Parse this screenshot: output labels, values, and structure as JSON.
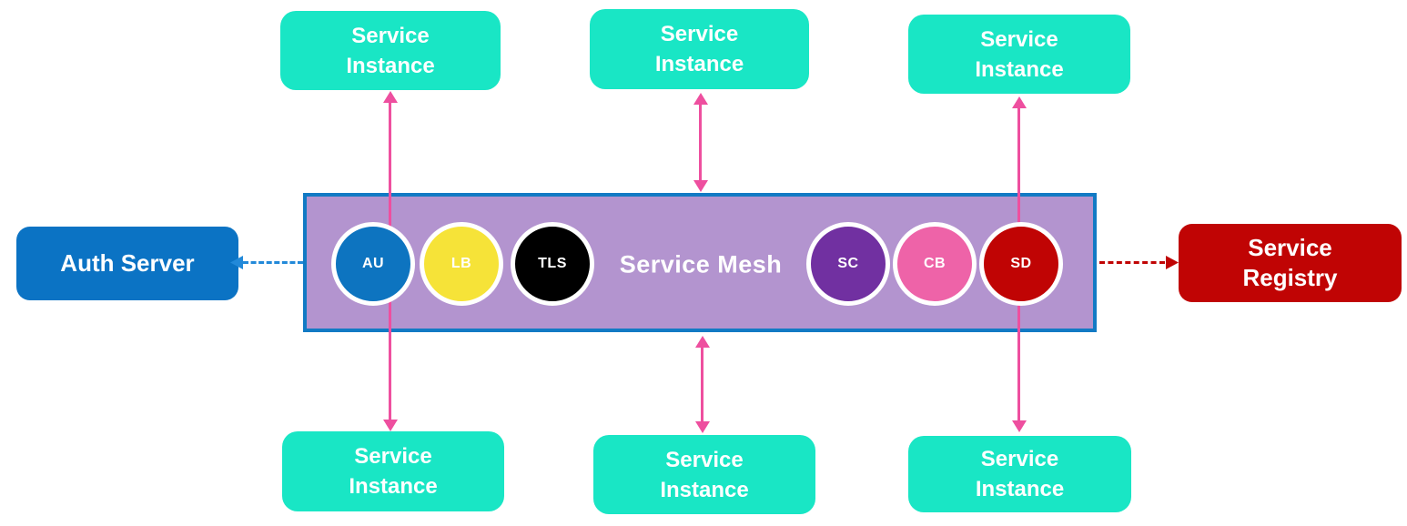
{
  "mesh": {
    "label": "Service Mesh",
    "fill": "#b394cf",
    "border": "#127ac4",
    "sidecars": [
      {
        "abbr": "AU",
        "color": "#0d74c0"
      },
      {
        "abbr": "LB",
        "color": "#f6e338"
      },
      {
        "abbr": "TLS",
        "color": "#000000"
      },
      {
        "abbr": "SC",
        "color": "#7130a1"
      },
      {
        "abbr": "CB",
        "color": "#ee63a8"
      },
      {
        "abbr": "SD",
        "color": "#c00404"
      }
    ]
  },
  "auth_server": {
    "label": "Auth Server",
    "color": "#0b73c4",
    "arrow_color": "#2289d9"
  },
  "service_registry": {
    "label": "Service Registry",
    "color": "#c00404",
    "arrow_color": "#c00404"
  },
  "service_instance": {
    "label": "Service Instance",
    "color": "#19e6c5"
  },
  "connector": {
    "color": "#ee4f9f"
  }
}
